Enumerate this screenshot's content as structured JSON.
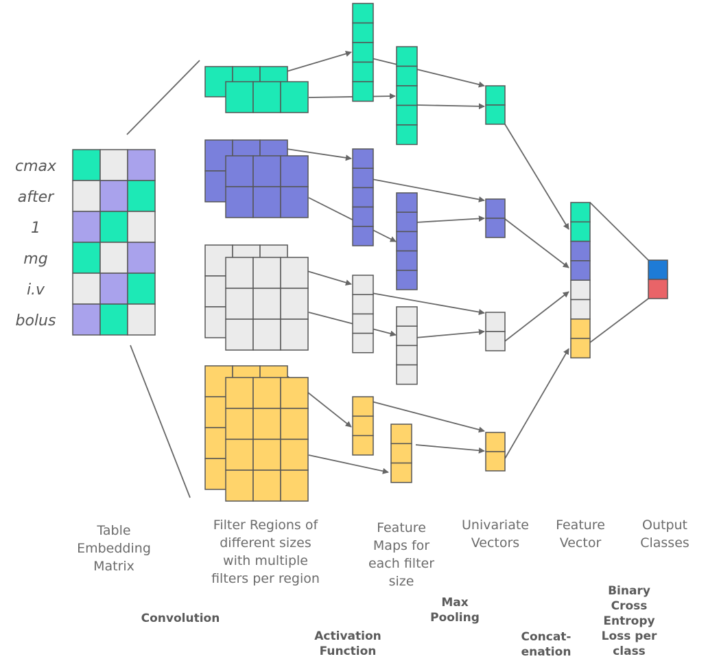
{
  "colors": {
    "teal": "#1DE9B6",
    "purple": "#7A80DC",
    "lavender": "#A9A2EC",
    "light_gray": "#EBEBEB",
    "yellow": "#FFD46B",
    "blue": "#1E7BD6",
    "red": "#E96468",
    "stroke": "#555555",
    "arrow": "#666666"
  },
  "embedding": {
    "tokens": [
      "cmax",
      "after",
      "1",
      "mg",
      "i.v",
      "bolus"
    ],
    "cell_colors": [
      [
        "teal",
        "light_gray",
        "lavender"
      ],
      [
        "light_gray",
        "lavender",
        "teal"
      ],
      [
        "lavender",
        "teal",
        "light_gray"
      ],
      [
        "teal",
        "light_gray",
        "lavender"
      ],
      [
        "light_gray",
        "lavender",
        "teal"
      ],
      [
        "lavender",
        "teal",
        "light_gray"
      ]
    ]
  },
  "branches": [
    "teal",
    "purple",
    "light_gray",
    "yellow"
  ],
  "output_classes": [
    "blue",
    "red"
  ],
  "captions": {
    "embedding": [
      "Table",
      "Embedding",
      "Matrix"
    ],
    "filters": [
      "Filter Regions of",
      "different sizes",
      "with multiple",
      "filters per region"
    ],
    "feature_maps": [
      "Feature",
      "Maps for",
      "each filter",
      "size"
    ],
    "univariate": [
      "Univariate",
      "Vectors"
    ],
    "feature_vector": [
      "Feature",
      "Vector"
    ],
    "output": [
      "Output",
      "Classes"
    ]
  },
  "operations": {
    "convolution": [
      "Convolution"
    ],
    "activation": [
      "Activation",
      "Function"
    ],
    "max_pooling": [
      "Max",
      "Pooling"
    ],
    "concatenation": [
      "Concat-",
      "enation"
    ],
    "loss": [
      "Binary",
      "Cross",
      "Entropy",
      "Loss per",
      "class"
    ]
  }
}
